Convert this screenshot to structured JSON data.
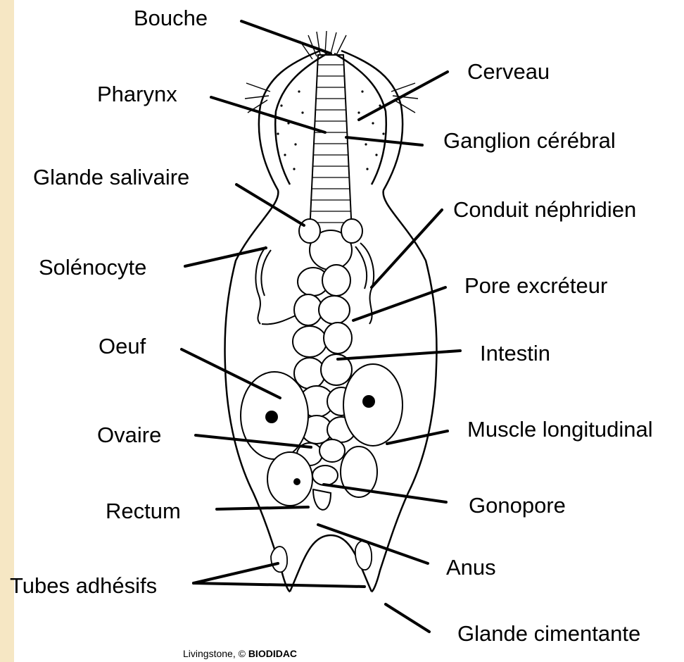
{
  "labels": {
    "bouche": "Bouche",
    "pharynx": "Pharynx",
    "glande_salivaire": "Glande salivaire",
    "solenocyte": "Solénocyte",
    "oeuf": "Oeuf",
    "ovaire": "Ovaire",
    "rectum": "Rectum",
    "tubes_adhesifs": "Tubes adhésifs",
    "cerveau": "Cerveau",
    "ganglion_cerebral": "Ganglion cérébral",
    "conduit_nephridien": "Conduit néphridien",
    "pore_excreteur": "Pore excréteur",
    "intestin": "Intestin",
    "muscle_longitudinal": "Muscle longitudinal",
    "gonopore": "Gonopore",
    "anus": "Anus",
    "glande_cimentante": "Glande cimentante"
  },
  "credit": {
    "author": "Livingstone, ©",
    "source": "BIODIDAC"
  },
  "colors": {
    "slide_background": "#f6e7c4",
    "panel": "#ffffff",
    "ink": "#000000"
  }
}
